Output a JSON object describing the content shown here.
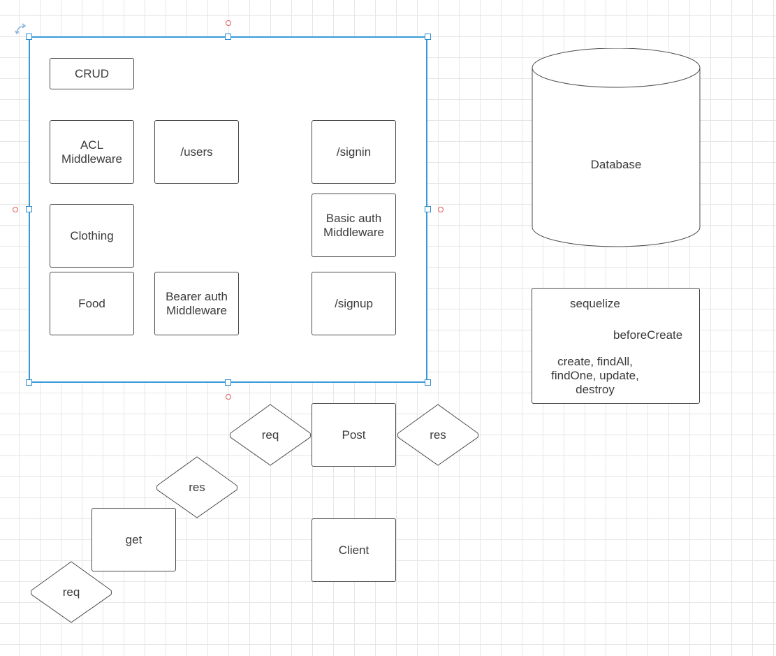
{
  "diagram": {
    "container_boxes": {
      "crud": "CRUD",
      "acl_middleware": "ACL\nMiddleware",
      "users_route": "/users",
      "signin_route": "/signin",
      "clothing": "Clothing",
      "basic_auth_middleware": "Basic auth\nMiddleware",
      "food": "Food",
      "bearer_auth_middleware": "Bearer auth\nMiddleware",
      "signup_route": "/signup"
    },
    "database": {
      "label": "Database"
    },
    "sequelize": {
      "title": "sequelize",
      "hook": "beforeCreate",
      "methods": "create, findAll,\nfindOne, update,\ndestroy"
    },
    "flow": {
      "post": "Post",
      "req_top": "req",
      "res_right": "res",
      "res_mid": "res",
      "get": "get",
      "req_bottom": "req",
      "client": "Client"
    },
    "colors": {
      "selection": "#3a9ad9",
      "connection_point": "#e05a5a",
      "shape_border": "#4a4a4a",
      "text": "#3b3b3b",
      "grid": "#e6e6e6"
    }
  }
}
